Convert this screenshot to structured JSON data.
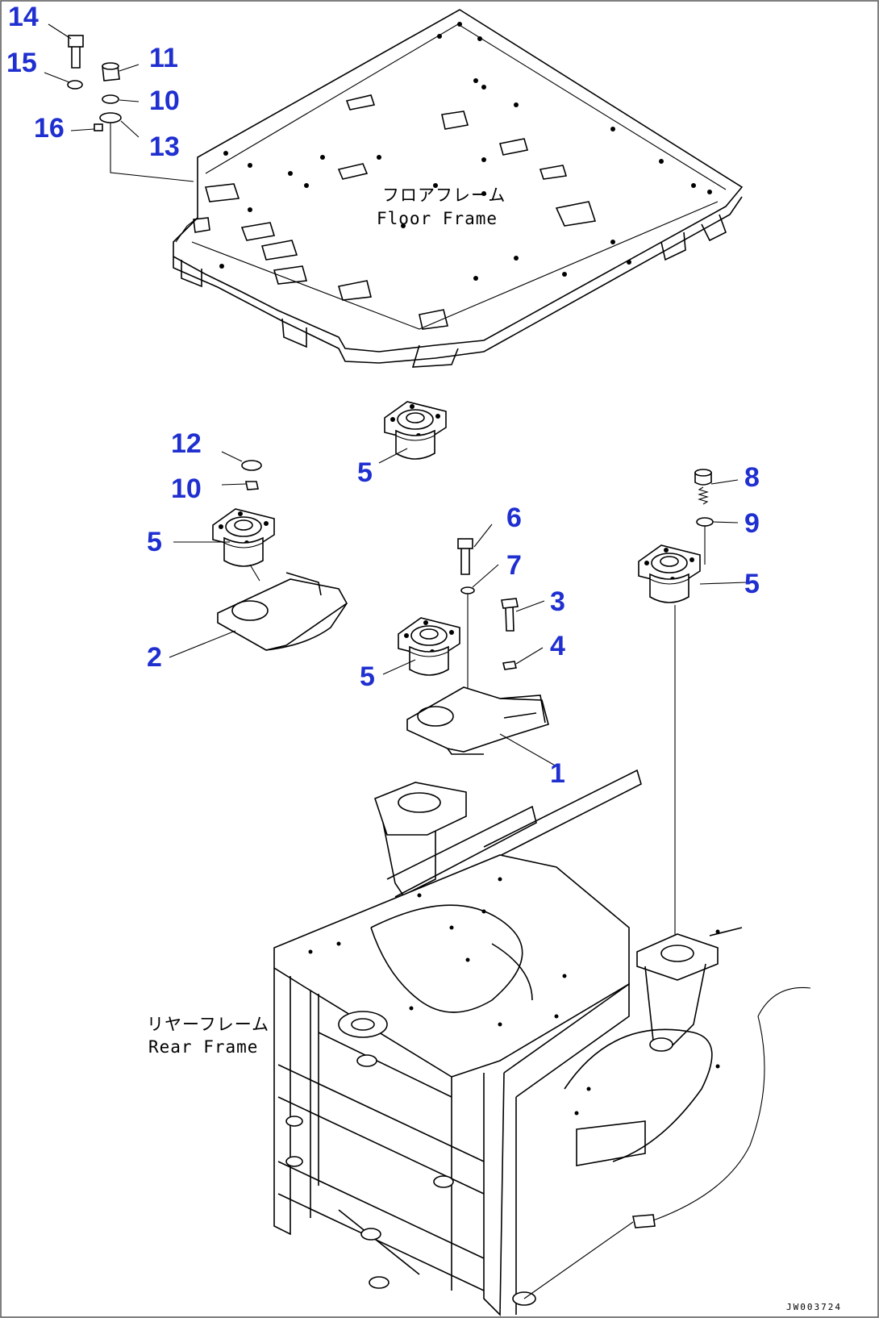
{
  "labels": {
    "floor_frame_jp": "フロアフレーム",
    "floor_frame_en": "Floor Frame",
    "rear_frame_jp": "リヤーフレーム",
    "rear_frame_en": "Rear Frame",
    "drawing_code": "JW003724"
  },
  "callouts": [
    {
      "id": "c14",
      "text": "14"
    },
    {
      "id": "c15",
      "text": "15"
    },
    {
      "id": "c11",
      "text": "11"
    },
    {
      "id": "c10a",
      "text": "10"
    },
    {
      "id": "c16",
      "text": "16"
    },
    {
      "id": "c13",
      "text": "13"
    },
    {
      "id": "c12",
      "text": "12"
    },
    {
      "id": "c10b",
      "text": "10"
    },
    {
      "id": "c5a",
      "text": "5"
    },
    {
      "id": "c5b",
      "text": "5"
    },
    {
      "id": "c6",
      "text": "6"
    },
    {
      "id": "c7",
      "text": "7"
    },
    {
      "id": "c3",
      "text": "3"
    },
    {
      "id": "c4",
      "text": "4"
    },
    {
      "id": "c2",
      "text": "2"
    },
    {
      "id": "c5c",
      "text": "5"
    },
    {
      "id": "c1",
      "text": "1"
    },
    {
      "id": "c8",
      "text": "8"
    },
    {
      "id": "c9",
      "text": "9"
    },
    {
      "id": "c5d",
      "text": "5"
    }
  ]
}
